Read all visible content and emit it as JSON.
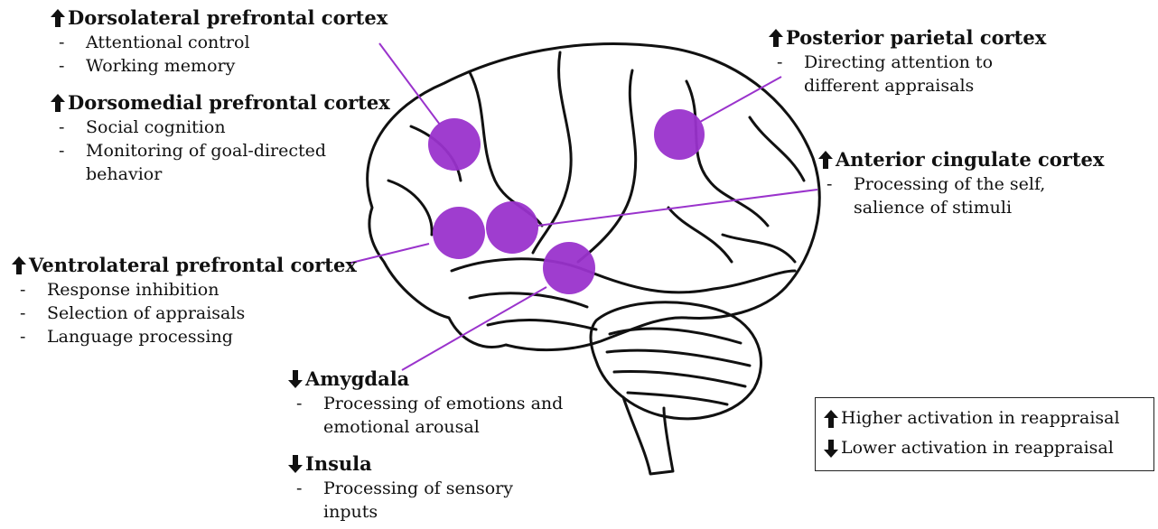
{
  "colors": {
    "marker": "#9a33cc",
    "connector": "#9a33cc",
    "outline": "#111111"
  },
  "regions": [
    {
      "id": "dlpfc",
      "direction": "up",
      "title": "Dorsolateral prefrontal cortex",
      "items": [
        "Attentional control",
        "Working memory"
      ]
    },
    {
      "id": "dmpfc",
      "direction": "up",
      "title": "Dorsomedial prefrontal cortex",
      "items": [
        "Social cognition",
        "Monitoring of goal-directed behavior"
      ]
    },
    {
      "id": "vlpfc",
      "direction": "up",
      "title": "Ventrolateral prefrontal cortex",
      "items": [
        "Response inhibition",
        "Selection of appraisals",
        "Language processing"
      ]
    },
    {
      "id": "ppc",
      "direction": "up",
      "title": "Posterior parietal cortex",
      "items": [
        "Directing attention to different appraisals"
      ]
    },
    {
      "id": "acc",
      "direction": "up",
      "title": "Anterior cingulate cortex",
      "items": [
        "Processing of the self, salience of stimuli"
      ]
    },
    {
      "id": "amygdala",
      "direction": "down",
      "title": "Amygdala",
      "items": [
        "Processing of emotions and emotional arousal"
      ]
    },
    {
      "id": "insula",
      "direction": "down",
      "title": "Insula",
      "items": [
        "Processing of sensory inputs"
      ]
    }
  ],
  "legend": {
    "up": "Higher activation in reappraisal",
    "down": "Lower activation in reappraisal"
  }
}
